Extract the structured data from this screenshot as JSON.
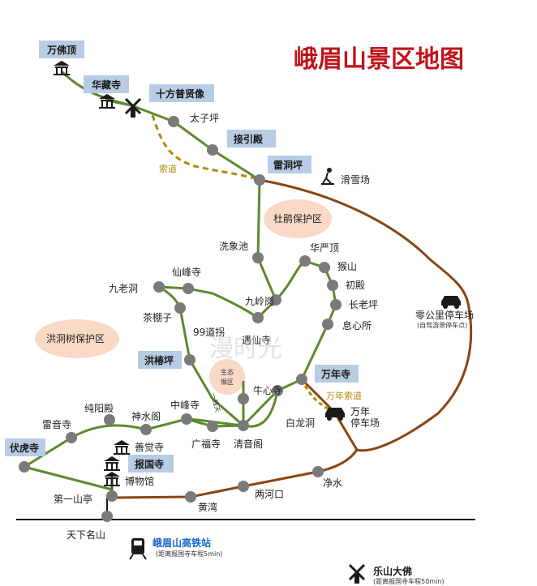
{
  "title": "峨眉山景区地图",
  "reserves": {
    "dupeng": "杜鹃保护区",
    "hongdong": "洪洞树保护区",
    "monkey": "生态猴区"
  },
  "boxed_stops": {
    "wanfoding": "万佛顶",
    "huazangsi": "华藏寺",
    "shifang": "十方普贤像",
    "jieyindian": "接引殿",
    "leidongping": "雷洞坪",
    "hongchunping": "洪椿坪",
    "wanniansi": "万年寺",
    "fuhusi": "伏虎寺",
    "baoguosi": "报国寺"
  },
  "stops": {
    "taiziping": "太子坪",
    "huaxuechang": "滑雪场",
    "xixiangchi": "洗象池",
    "huayanding": "华严顶",
    "houshan": "猴山",
    "chudian": "初殿",
    "changlaoping": "长老坪",
    "xixinsuo": "息心所",
    "xianfengsi": "仙峰寺",
    "jiulaodong": "九老洞",
    "jiulinggang": "九岭岗",
    "chapengzi": "茶棚子",
    "daoguai99": "99道拐",
    "yuxiansi": "遇仙寺",
    "yixiantian": "一线天",
    "niuxinsi": "牛心寺",
    "bailongdong": "白龙洞",
    "chunyangdian": "纯阳殿",
    "shenshuige": "神水阁",
    "zhongfengsi": "中峰寺",
    "guangfusi": "广福寺",
    "qingyinge": "清音阁",
    "leiyinsi": "雷音寺",
    "shanjuesi": "善觉寺",
    "bowuguan": "博物馆",
    "diyishanting": "第一山亭",
    "huangwan": "黄湾",
    "lianghekou": "两河口",
    "jingshui": "净水",
    "tianxiamingshan": "天下名山"
  },
  "cableways": {
    "jindinga": "索道",
    "wannian": "万年索道"
  },
  "parking": {
    "lingongli": "零公里停车场",
    "lingongli_note": "(自驾游景停车点)",
    "wannian": "万年\n停车场"
  },
  "rail": {
    "name": "峨眉山高铁站",
    "note": "(距离报国寺车程5min)"
  },
  "leshan": {
    "name": "乐山大佛",
    "note": "(距离报国寺车程50min)"
  },
  "watermark": "漫时光",
  "colors": {
    "trail": "#5c8a2e",
    "road": "#8b4513",
    "cable": "#b8860b",
    "node": "#7a7a7a",
    "box": "#b8cce4",
    "reserve": "#f8d9c6",
    "title": "#c0141c"
  }
}
